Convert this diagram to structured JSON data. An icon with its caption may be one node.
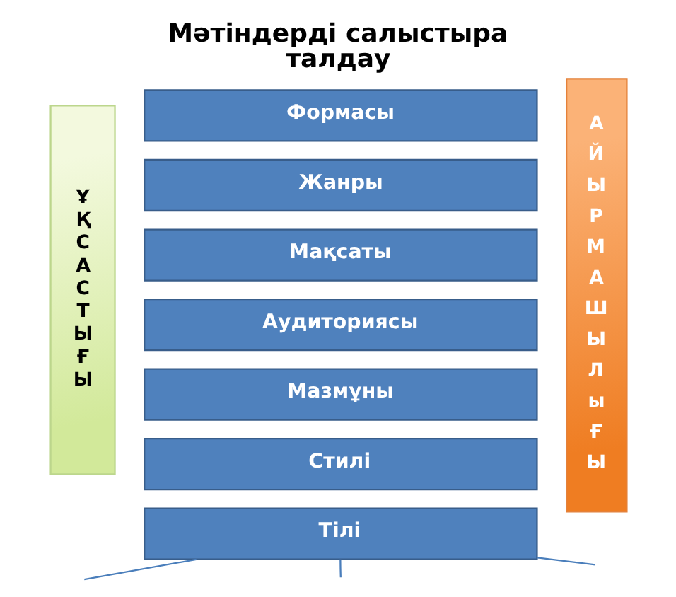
{
  "diagram": {
    "title": "Мәтіндерді салыстыра талдау",
    "nodes": [
      {
        "text": [
          "Ұ Қ С А С Т Ы Ғ Ы"
        ]
      },
      {
        "text": [
          "Формасы"
        ]
      },
      {
        "text": [
          "Жанры"
        ]
      },
      {
        "text": [
          "Мақсаты"
        ]
      },
      {
        "text": [
          "Аудиториясы"
        ]
      },
      {
        "text": [
          "Мазмұны"
        ]
      },
      {
        "text": [
          "Стилі"
        ]
      },
      {
        "text": [
          "Тілі"
        ]
      },
      {
        "text": [
          "А Й Ы Р М А Ш Ы Л ы Ғ Ы"
        ]
      }
    ],
    "edges": [
      {
        "from": 7,
        "to": null,
        "arrow": "none"
      },
      {
        "from": 7,
        "to": null,
        "arrow": "none"
      },
      {
        "from": 7,
        "to": null,
        "arrow": "none"
      }
    ]
  }
}
